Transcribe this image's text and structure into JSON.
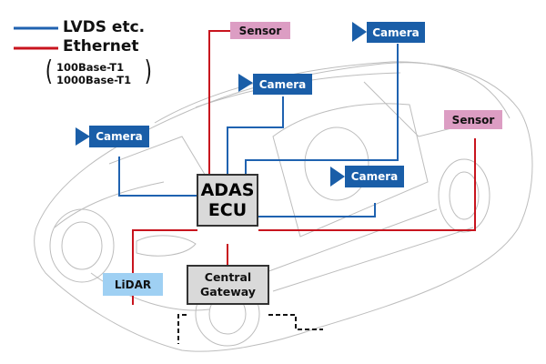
{
  "legend": {
    "lvds_label": "LVDS etc.",
    "ethernet_label": "Ethernet",
    "ethernet_variant_1": "100Base-T1",
    "ethernet_variant_2": "1000Base-T1",
    "lvds_color": "#1f62b0",
    "ethernet_color": "#c8141e"
  },
  "nodes": {
    "adas_ecu": {
      "line1": "ADAS",
      "line2": "ECU"
    },
    "central_gateway": {
      "line1": "Central",
      "line2": "Gateway"
    },
    "lidar": {
      "label": "LiDAR"
    },
    "sensor_top": {
      "label": "Sensor"
    },
    "sensor_right": {
      "label": "Sensor"
    },
    "camera_front": {
      "label": "Camera"
    },
    "camera_upper_mid": {
      "label": "Camera"
    },
    "camera_top_right": {
      "label": "Camera"
    },
    "camera_side_right": {
      "label": "Camera"
    }
  },
  "colors": {
    "camera_fill": "#1a5ea8",
    "sensor_fill": "#dc9dc3",
    "lidar_fill": "#9fd0f3",
    "ecu_fill": "#d9d9d9",
    "car_outline": "#b5b5b5"
  }
}
